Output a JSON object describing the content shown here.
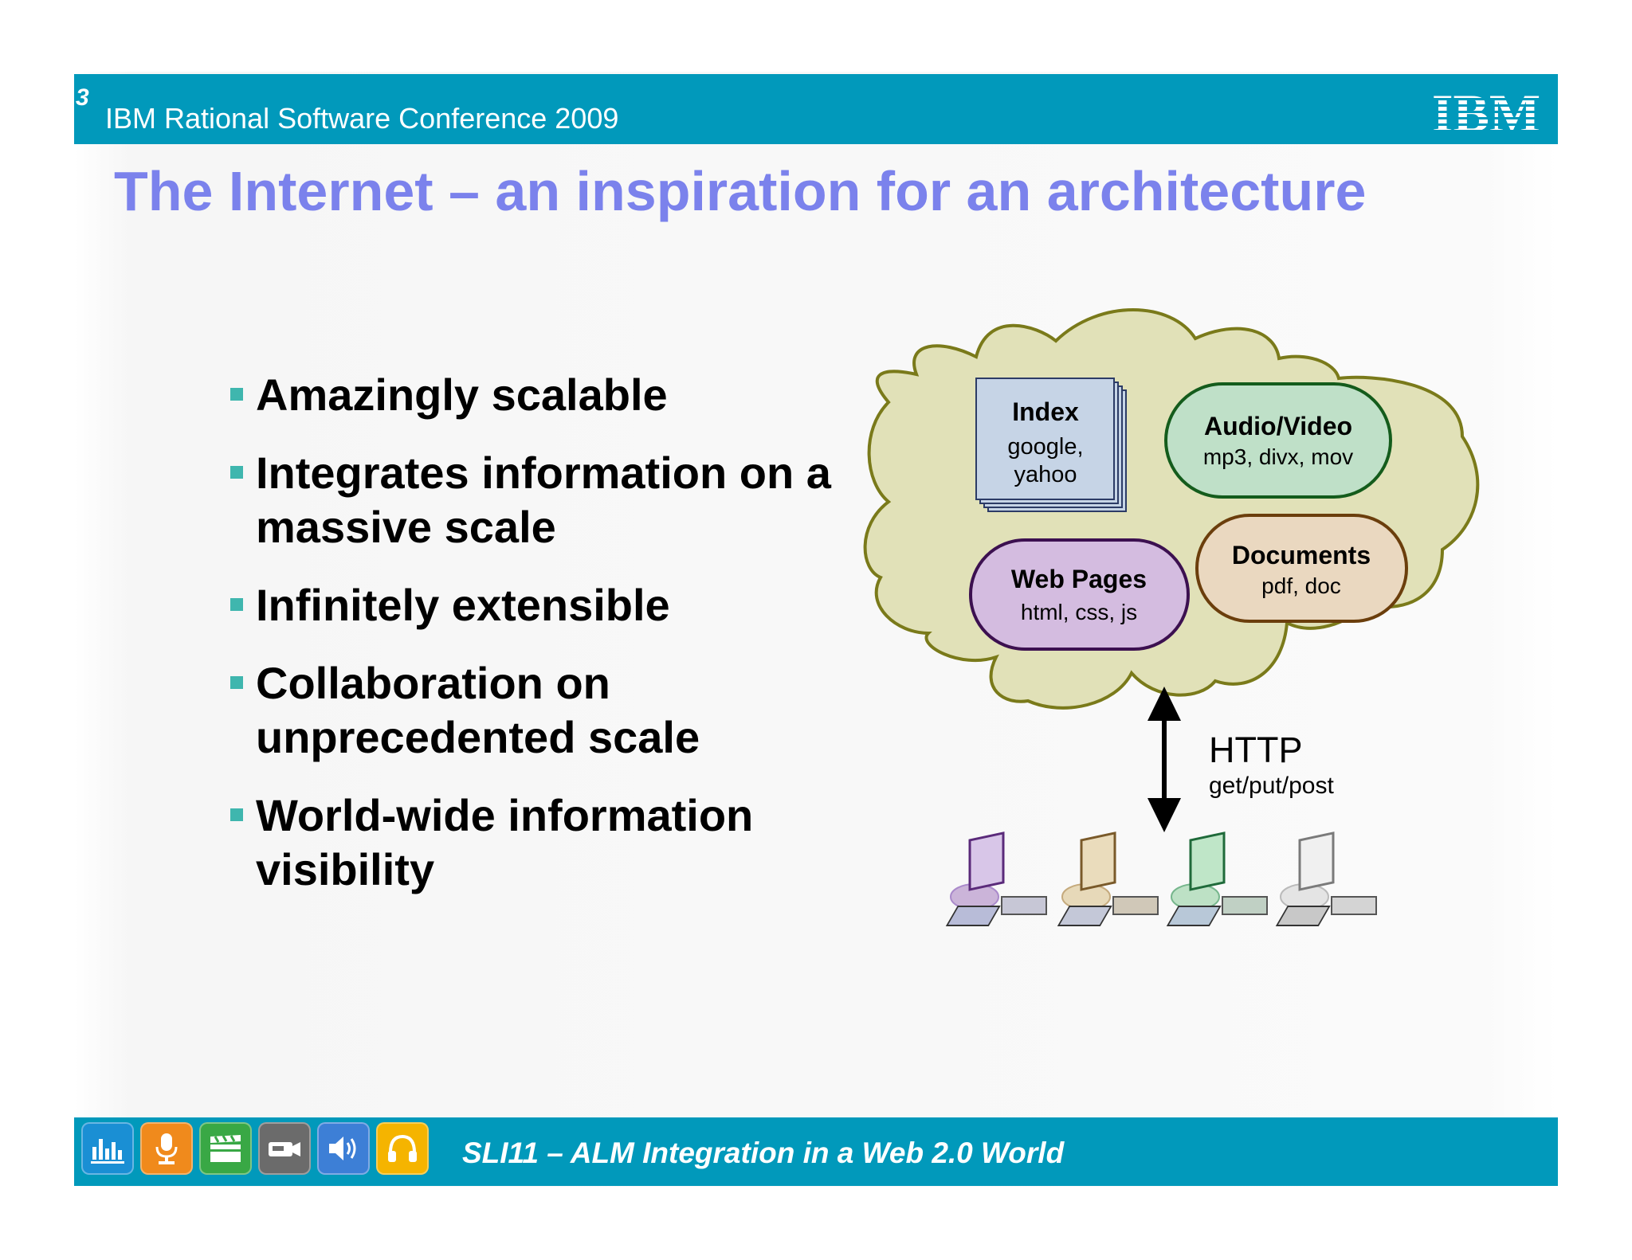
{
  "header": {
    "slide_number": "3",
    "conference": "IBM Rational Software Conference 2009",
    "logo_text": "IBM"
  },
  "title": "The Internet – an inspiration for an architecture",
  "bullets": [
    "Amazingly scalable",
    "Integrates information on a massive scale",
    "Infinitely extensible",
    "Collaboration on unprecedented scale",
    "World-wide information visibility"
  ],
  "diagram": {
    "index": {
      "title": "Index",
      "line1": "google,",
      "line2": "yahoo"
    },
    "audio_video": {
      "title": "Audio/Video",
      "subtitle": "mp3, divx, mov"
    },
    "web_pages": {
      "title": "Web Pages",
      "subtitle": "html, css, js"
    },
    "documents": {
      "title": "Documents",
      "subtitle": "pdf, doc"
    },
    "protocol": {
      "title": "HTTP",
      "subtitle": "get/put/post"
    },
    "client_colors": [
      "#8a5cb8",
      "#b08a4a",
      "#3f9a5e",
      "#a0a0a0"
    ]
  },
  "footer": {
    "text": "SLI11 – ALM Integration in a Web 2.0 World",
    "icons": [
      {
        "name": "equalizer-icon",
        "color": "#1a8fd4"
      },
      {
        "name": "microphone-icon",
        "color": "#f08a1c"
      },
      {
        "name": "clapperboard-icon",
        "color": "#39a845"
      },
      {
        "name": "camera-icon",
        "color": "#6b6b6b"
      },
      {
        "name": "speaker-icon",
        "color": "#3d7fd6"
      },
      {
        "name": "headphones-icon",
        "color": "#f5b400"
      }
    ]
  },
  "colors": {
    "header_bar": "#0199bb",
    "title": "#7b82ec",
    "bullet_marker": "#3fb6ae",
    "cloud_fill": "#e1e1b8",
    "cloud_stroke": "#7a7a1a"
  }
}
